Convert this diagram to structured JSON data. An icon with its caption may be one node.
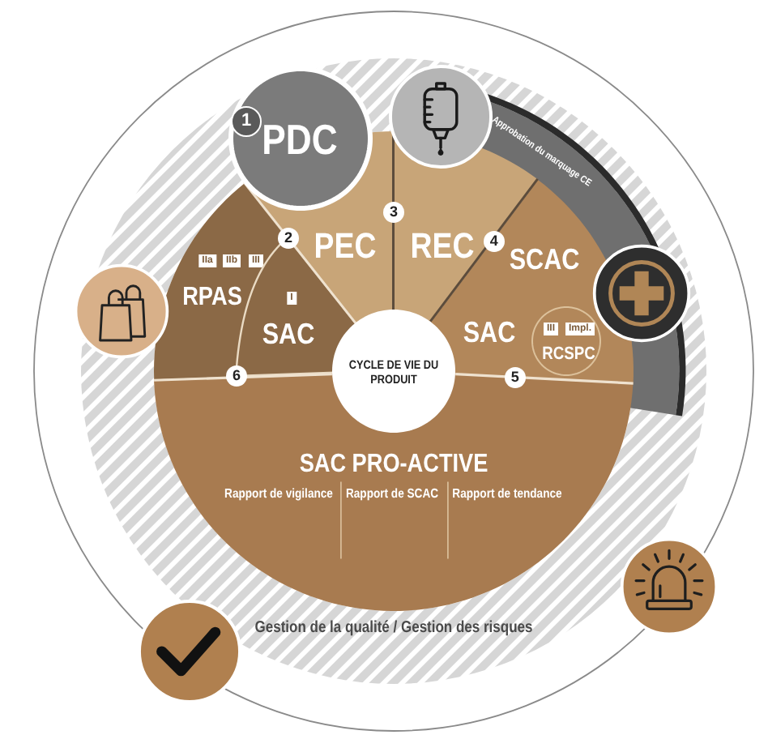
{
  "diagram": {
    "nodes": [
      {
        "text": [
          "Gestion de la qualité / Gestion des risques"
        ]
      },
      {
        "text": [
          "PDC"
        ],
        "in": 0
      },
      {
        "text": [],
        "shape": "picture",
        "in": 0
      },
      {
        "text": [
          "Approbation du marquage CE"
        ],
        "in": 0
      },
      {
        "text": [
          "PEC"
        ],
        "in": 0
      },
      {
        "text": [
          "REC"
        ],
        "in": 0
      },
      {
        "text": [
          "SCAC",
          "SAC"
        ],
        "in": 0
      },
      {
        "text": [
          "RCSPC"
        ],
        "in": 6
      },
      {
        "text": [
          "III"
        ],
        "in": 7
      },
      {
        "text": [
          "Impl."
        ],
        "in": 7
      },
      {
        "text": [],
        "shape": "picture",
        "in": 0
      },
      {
        "text": [
          "RPAS"
        ],
        "in": 0
      },
      {
        "text": [
          "IIa"
        ],
        "in": 11
      },
      {
        "text": [
          "IIb"
        ],
        "in": 11
      },
      {
        "text": [
          "III"
        ],
        "in": 11
      },
      {
        "text": [
          "SAC"
        ],
        "in": 0
      },
      {
        "text": [
          "I"
        ],
        "in": 15
      },
      {
        "text": [],
        "shape": "picture",
        "in": 0
      },
      {
        "text": [
          "CYCLE DE VIE DU PRODUIT"
        ],
        "in": 0
      },
      {
        "text": [
          "SAC PRO-ACTIVE",
          "Rapport de vigilance",
          "Rapport de SCAC",
          "Rapport de tendance"
        ],
        "in": 0
      },
      {
        "text": [],
        "shape": "picture"
      },
      {
        "text": [],
        "shape": "picture"
      }
    ],
    "labels": [
      "1",
      "2",
      "3",
      "4",
      "5",
      "6"
    ]
  }
}
